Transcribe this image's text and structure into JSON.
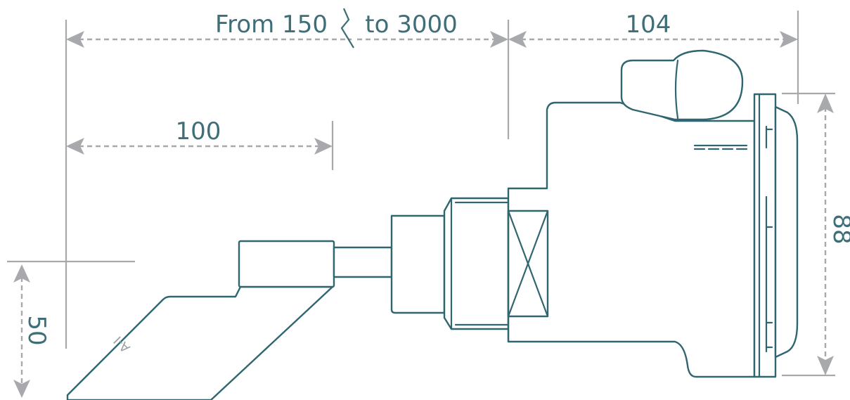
{
  "dimensions": {
    "length_from": "From 150",
    "length_to": "to 3000",
    "head_length": "104",
    "blade_length": "100",
    "head_height": "88",
    "blade_width": "50"
  },
  "part_marking": "A-I",
  "colors": {
    "outline": "#2f6670",
    "dimension_line": "#a7a9ac",
    "dimension_text": "#3e6f78"
  }
}
